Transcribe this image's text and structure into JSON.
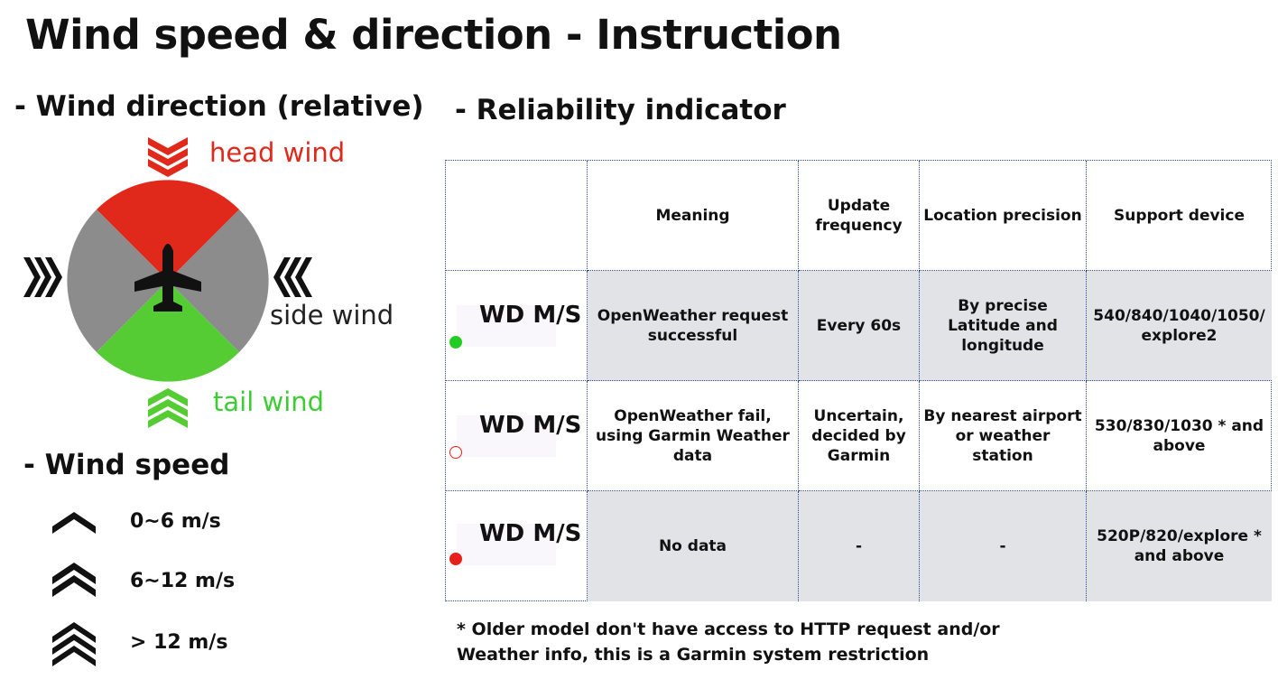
{
  "title": "Wind speed & direction - Instruction",
  "sections": {
    "direction": "- Wind direction (relative)",
    "reliability": "- Reliability indicator",
    "speed": "- Wind speed"
  },
  "wind_labels": {
    "head": "head wind",
    "side": "side wind",
    "tail": "tail wind"
  },
  "colors": {
    "head": "#e0281b",
    "side": "#8c8c8c",
    "tail": "#55cc33",
    "good": "#22cc22",
    "bad": "#e8201a",
    "table_gray": "#e2e3e6"
  },
  "speed_levels": [
    {
      "label": "0~6 m/s",
      "chevrons": 1
    },
    {
      "label": "6~12 m/s",
      "chevrons": 2
    },
    {
      "label": "> 12 m/s",
      "chevrons": 3
    }
  ],
  "table": {
    "headers": [
      "",
      "Meaning",
      "Update frequency",
      "Location precision",
      "Support device"
    ],
    "rows": [
      {
        "indicator_text": "WD M/S",
        "indicator": "green-dot",
        "meaning": "OpenWeather request successful",
        "frequency": "Every 60s",
        "precision": "By precise Latitude and longitude",
        "devices": "540/840/1040/1050/ explore2"
      },
      {
        "indicator_text": "WD M/S",
        "indicator": "red-ring",
        "meaning": "OpenWeather fail, using Garmin Weather data",
        "frequency": "Uncertain, decided by Garmin",
        "precision": "By nearest airport or weather station",
        "devices": "530/830/1030 * and above"
      },
      {
        "indicator_text": "WD M/S",
        "indicator": "red-dot",
        "meaning": "No data",
        "frequency": "-",
        "precision": "-",
        "devices": "520P/820/explore * and above"
      }
    ]
  },
  "footnote": {
    "line1": "* Older model don't have access to HTTP request and/or",
    "line2": "Weather info, this is a Garmin system restriction"
  }
}
